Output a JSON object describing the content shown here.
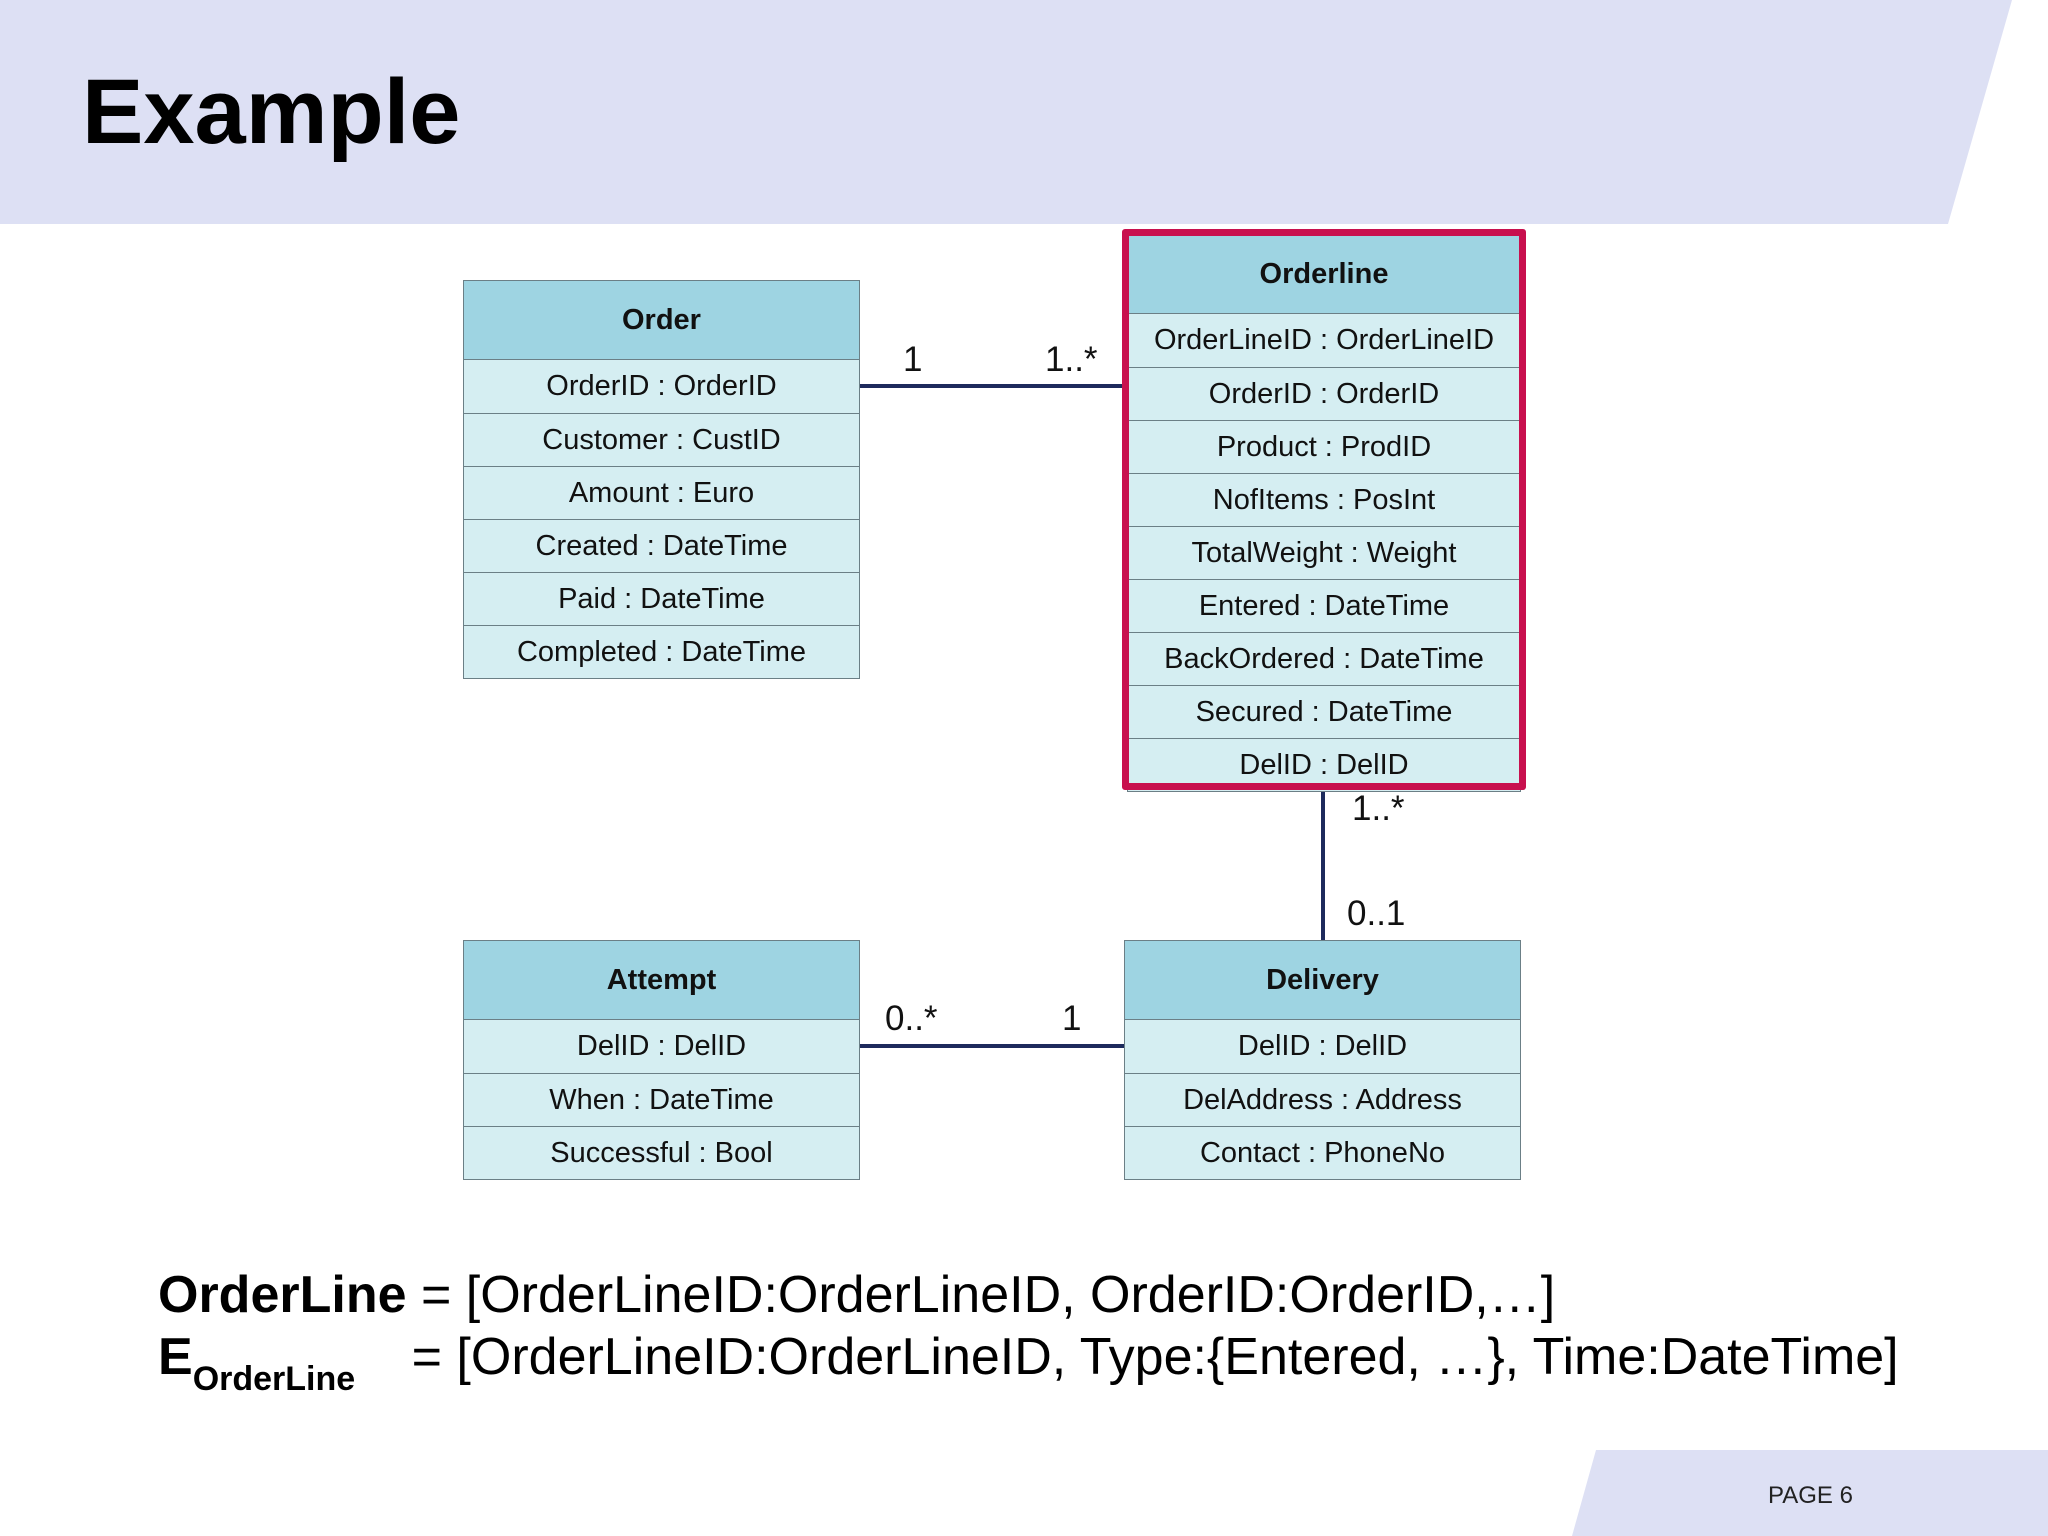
{
  "slide": {
    "title": "Example",
    "page_label": "PAGE 6"
  },
  "colors": {
    "header_band": "#dde0f4",
    "footer_band": "#dde0f4",
    "class_header": "#9ed4e2",
    "class_body": "#d5eef2",
    "class_border": "#6b7f86",
    "association_line": "#1d2a5c",
    "highlight_border": "#c8104e"
  },
  "diagram": {
    "classes": [
      {
        "id": "order",
        "name": "Order",
        "attributes": [
          "OrderID : OrderID",
          "Customer : CustID",
          "Amount : Euro",
          "Created : DateTime",
          "Paid : DateTime",
          "Completed : DateTime"
        ]
      },
      {
        "id": "orderline",
        "name": "Orderline",
        "highlighted": true,
        "attributes": [
          "OrderLineID : OrderLineID",
          "OrderID : OrderID",
          "Product : ProdID",
          "NofItems : PosInt",
          "TotalWeight : Weight",
          "Entered : DateTime",
          "BackOrdered : DateTime",
          "Secured : DateTime",
          "DelID : DelID"
        ]
      },
      {
        "id": "attempt",
        "name": "Attempt",
        "attributes": [
          "DelID : DelID",
          "When : DateTime",
          "Successful : Bool"
        ]
      },
      {
        "id": "delivery",
        "name": "Delivery",
        "attributes": [
          "DelID : DelID",
          "DelAddress : Address",
          "Contact : PhoneNo"
        ]
      }
    ],
    "associations": [
      {
        "from": "Order",
        "to": "Orderline",
        "from_multiplicity": "1",
        "to_multiplicity": "1..*"
      },
      {
        "from": "Orderline",
        "to": "Delivery",
        "from_multiplicity": "1..*",
        "to_multiplicity": "0..1"
      },
      {
        "from": "Attempt",
        "to": "Delivery",
        "from_multiplicity": "0..*",
        "to_multiplicity": "1"
      }
    ]
  },
  "formulas": {
    "line1": {
      "lhs": "OrderLine",
      "rhs": " = [OrderLineID:OrderLineID, OrderID:OrderID,…]"
    },
    "line2": {
      "lhs_base": "E",
      "lhs_sub": "OrderLine",
      "rhs": " = [OrderLineID:OrderLineID, Type:{Entered, …}, Time:DateTime]"
    }
  }
}
